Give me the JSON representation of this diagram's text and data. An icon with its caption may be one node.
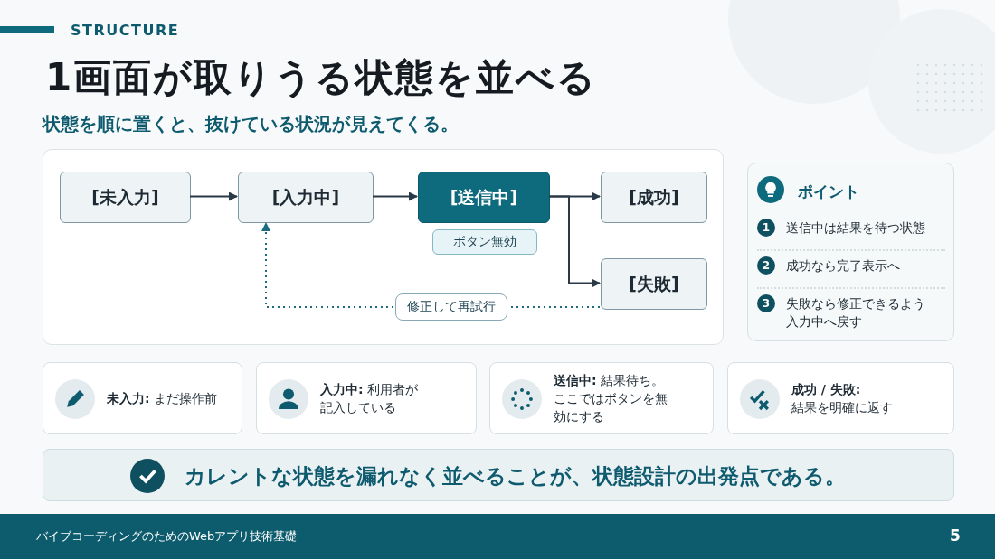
{
  "diagram": {
    "title": "1画面が取りうる状態を並べる",
    "nodes": [
      {
        "text": [],
        "shape": "box"
      },
      {
        "text": [
          "[未入力]"
        ],
        "in": 0
      },
      {
        "text": [
          "[入力中]"
        ],
        "in": 0
      },
      {
        "text": [
          "[送信中]"
        ],
        "in": 0
      },
      {
        "text": [
          "ボタン無効"
        ],
        "in": 0
      },
      {
        "text": [
          "[成功]"
        ],
        "in": 0
      },
      {
        "text": [
          "[失敗]"
        ],
        "in": 0
      },
      {
        "text": [
          "ポイント"
        ]
      },
      {
        "text": [
          "1",
          "送信中は結果を待つ状態"
        ],
        "in": 7
      },
      {
        "text": [
          "2",
          "成功なら完了表示へ"
        ],
        "in": 7
      },
      {
        "text": [
          "3",
          "失敗なら修正できるよう入力中へ戻す"
        ],
        "in": 7
      },
      {
        "text": [
          "**未入力:** まだ操作前"
        ]
      },
      {
        "text": [
          "**入力中:** 利用者が記入している"
        ]
      },
      {
        "text": [
          "**送信中:** 結果待ち。ここではボタンを無効にする"
        ]
      },
      {
        "text": [
          "**成功 / 失敗:** 結果を明確に返す"
        ]
      },
      {
        "text": [
          "カレントな状態を漏れなく並べることが、状態設計の出発点である。"
        ]
      }
    ],
    "edges": [
      {
        "from": 1,
        "to": 2,
        "arrow": "to"
      },
      {
        "from": 2,
        "to": 3,
        "arrow": "to"
      },
      {
        "from": 3,
        "to": 5,
        "arrow": "to"
      },
      {
        "from": 3,
        "to": 6,
        "arrow": "to"
      },
      {
        "from": 6,
        "to": 2,
        "arrow": "to",
        "label": "修正して再試行",
        "style": "dashed",
        "color": "#1c6b80"
      }
    ],
    "labels": [
      "STRUCTURE",
      "状態を順に置くと、抜けている状況が見えてくる。",
      "バイブコーディングのためのWebアプリ技術基礎",
      "5"
    ]
  }
}
